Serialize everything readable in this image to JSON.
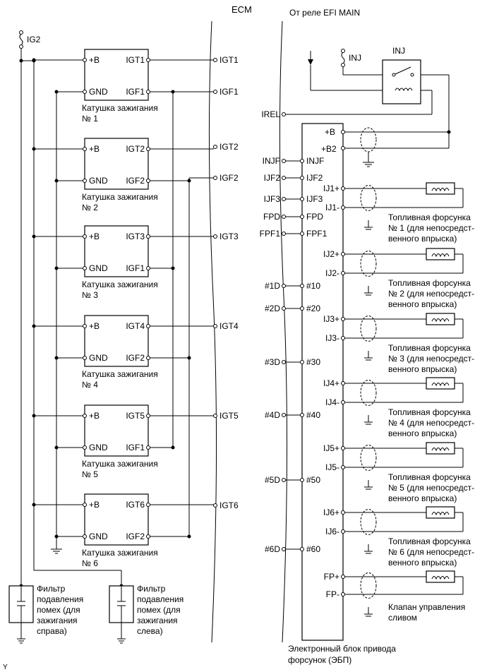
{
  "ecm": {
    "title": "ECM"
  },
  "relay": {
    "caption": "От реле EFI MAIN",
    "label": "INJ",
    "fuse": "INJ"
  },
  "power": {
    "ig2": "IG2"
  },
  "coils": [
    {
      "pb": "+B",
      "gnd": "GND",
      "igt": "IGT1",
      "igf": "IGF1",
      "line1": "Катушка зажигания",
      "line2": "№ 1"
    },
    {
      "pb": "+B",
      "gnd": "GND",
      "igt": "IGT2",
      "igf": "IGF2",
      "line1": "Катушка зажигания",
      "line2": "№ 2"
    },
    {
      "pb": "+B",
      "gnd": "GND",
      "igt": "IGT3",
      "igf": "IGF1",
      "line1": "Катушка зажигания",
      "line2": "№ 3"
    },
    {
      "pb": "+B",
      "gnd": "GND",
      "igt": "IGT4",
      "igf": "IGF2",
      "line1": "Катушка зажигания",
      "line2": "№ 4"
    },
    {
      "pb": "+B",
      "gnd": "GND",
      "igt": "IGT5",
      "igf": "IGF1",
      "line1": "Катушка зажигания",
      "line2": "№ 5"
    },
    {
      "pb": "+B",
      "gnd": "GND",
      "igt": "IGT6",
      "igf": "IGF2",
      "line1": "Катушка зажигания",
      "line2": "№ 6"
    }
  ],
  "ecm_left_pins": [
    "IGT1",
    "IGF1",
    "IGT2",
    "IGF2",
    "IGT3",
    "IGT4",
    "IGT5",
    "IGT6"
  ],
  "ecm_right": [
    {
      "ecm": "IREL",
      "edu": ""
    },
    {
      "ecm": "INJF",
      "edu": "INJF"
    },
    {
      "ecm": "IJF2",
      "edu": "IJF2"
    },
    {
      "ecm": "IJF3",
      "edu": "IJF3"
    },
    {
      "ecm": "FPD",
      "edu": "FPD"
    },
    {
      "ecm": "FPF1",
      "edu": "FPF1"
    },
    {
      "ecm": "#1D",
      "edu": "#10"
    },
    {
      "ecm": "#2D",
      "edu": "#20"
    },
    {
      "ecm": "#3D",
      "edu": "#30"
    },
    {
      "ecm": "#4D",
      "edu": "#40"
    },
    {
      "ecm": "#5D",
      "edu": "#50"
    },
    {
      "ecm": "#6D",
      "edu": "#60"
    }
  ],
  "edu": {
    "pb": "+B",
    "pb2": "+B2",
    "caption1": "Электронный блок привода",
    "caption2": "форсунок (ЭБП)"
  },
  "injectors": [
    {
      "plus": "IJ1+",
      "minus": "IJ1-",
      "l1": "Топливная форсунка",
      "l2": "№ 1 (для непосредст-",
      "l3": "венного впрыска)"
    },
    {
      "plus": "IJ2+",
      "minus": "IJ2-",
      "l1": "Топливная форсунка",
      "l2": "№ 2 (для непосредст-",
      "l3": "венного впрыска)"
    },
    {
      "plus": "IJ3+",
      "minus": "IJ3-",
      "l1": "Топливная форсунка",
      "l2": "№ 3 (для непосредст-",
      "l3": "венного впрыска)"
    },
    {
      "plus": "IJ4+",
      "minus": "IJ4-",
      "l1": "Топливная форсунка",
      "l2": "№ 4 (для непосредст-",
      "l3": "венного впрыска)"
    },
    {
      "plus": "IJ5+",
      "minus": "IJ5-",
      "l1": "Топливная форсунка",
      "l2": "№ 5 (для непосредст-",
      "l3": "венного впрыска)"
    },
    {
      "plus": "IJ6+",
      "minus": "IJ6-",
      "l1": "Топливная форсунка",
      "l2": "№ 6 (для непосредст-",
      "l3": "венного впрыска)"
    }
  ],
  "valve": {
    "plus": "FP+",
    "minus": "FP-",
    "l1": "Клапан управления",
    "l2": "сливом"
  },
  "filters": [
    {
      "l1": "Фильтр",
      "l2": "подавления",
      "l3": "помех (для",
      "l4": "зажигания",
      "l5": "справа)"
    },
    {
      "l1": "Фильтр",
      "l2": "подавления",
      "l3": "помех (для",
      "l4": "зажигания",
      "l5": "слева)"
    }
  ],
  "corner_mark": "Y"
}
